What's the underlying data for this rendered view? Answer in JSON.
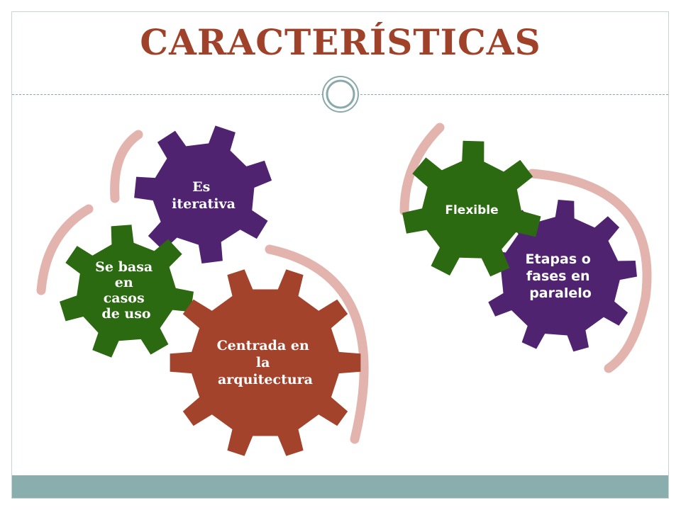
{
  "slide": {
    "title": "CARACTERÍSTICAS"
  },
  "colors": {
    "title": "#a0422a",
    "rust": "#a3432c",
    "green": "#2c6a11",
    "purple": "#4f2370",
    "arrow": "#e3b3ad",
    "footer": "#8aadad",
    "divider_ring": "#8aa9aa"
  },
  "diagram_left": {
    "gears": [
      {
        "id": "iterative",
        "lines": [
          "Es",
          "iterativa"
        ],
        "color": "purple"
      },
      {
        "id": "use-cases",
        "lines": [
          "Se basa",
          "en",
          "casos",
          "de uso"
        ],
        "color": "green"
      },
      {
        "id": "architecture",
        "lines": [
          "Centrada en",
          "la",
          "arquitectura"
        ],
        "color": "rust"
      }
    ]
  },
  "diagram_right": {
    "gears": [
      {
        "id": "flexible",
        "lines": [
          "Flexible"
        ],
        "color": "green"
      },
      {
        "id": "parallel",
        "lines": [
          "Etapas o",
          "fases en",
          "paralelo"
        ],
        "color": "purple"
      }
    ]
  }
}
